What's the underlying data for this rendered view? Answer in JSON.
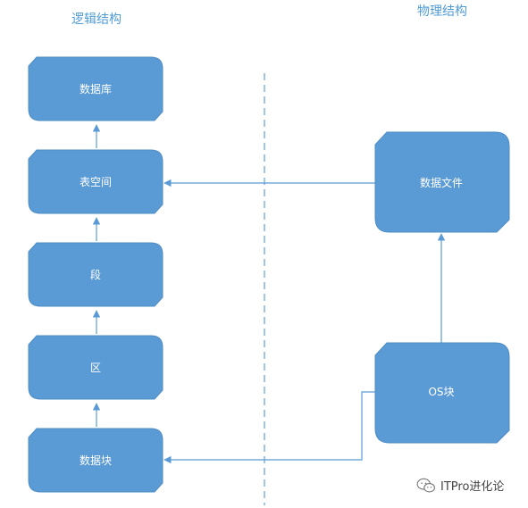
{
  "sections": {
    "logical_title": "逻辑结构",
    "physical_title": "物理结构"
  },
  "nodes": {
    "database": "数据库",
    "tablespace": "表空间",
    "segment": "段",
    "extent": "区",
    "data_block": "数据块",
    "data_file": "数据文件",
    "os_block": "OS块"
  },
  "watermark": {
    "text": "ITPro进化论",
    "icon": "wechat-icon"
  },
  "colors": {
    "node_fill": "#5B9BD5",
    "node_stroke": "#4E8CC5",
    "title_text": "#4F9BD6",
    "connector": "#5B9BD5",
    "divider": "#6AA7DA"
  }
}
